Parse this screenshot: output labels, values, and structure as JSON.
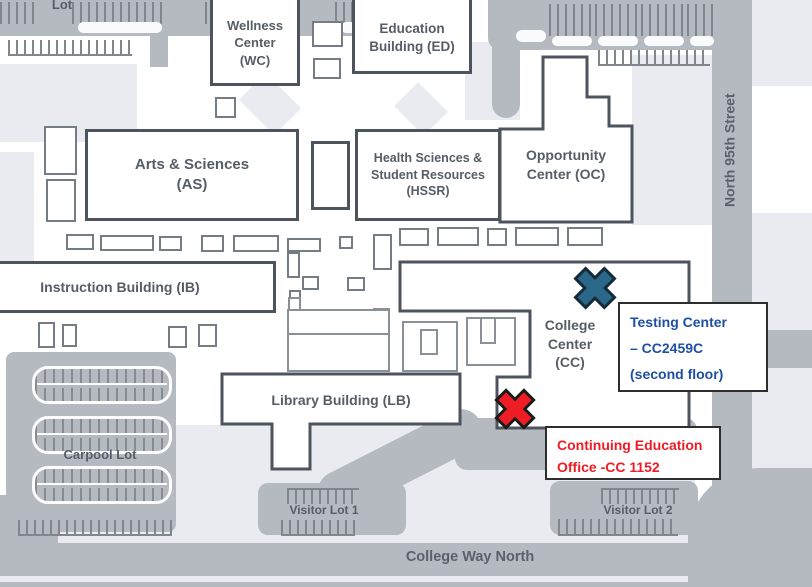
{
  "colors": {
    "road": "#b5b9c0",
    "background_light": "#e9ebf1",
    "building_border": "#4e545d",
    "label_text": "#565d67",
    "testing_center_blue": "#1e4fa1",
    "continuing_ed_red": "#ee1c25"
  },
  "map": {
    "parking": {
      "top_left_lot": "Lot",
      "carpool": "Carpool Lot",
      "visitor1": "Visitor Lot 1",
      "visitor2": "Visitor Lot 2"
    },
    "streets": {
      "college_way": "College Way North",
      "n95": "North 95th Street"
    },
    "buildings": {
      "wellness": "Wellness\nCenter\n(WC)",
      "education": "Education\nBuilding (ED)",
      "arts_sciences": "Arts & Sciences\n(AS)",
      "hssr": "Health Sciences &\nStudent Resources\n(HSSR)",
      "opportunity": "Opportunity\nCenter (OC)",
      "instruction": "Instruction Building (IB)",
      "college_center": "College\nCenter\n(CC)",
      "library": "Library Building (LB)"
    },
    "callouts": {
      "testing_center": {
        "text": "Testing Center\n– CC2459C\n(second floor)",
        "color": "#1e4fa1"
      },
      "continuing_ed": {
        "text": "Continuing Education\nOffice -CC 1152",
        "color": "#ee1c25"
      }
    },
    "markers": {
      "testing_center": {
        "shape": "x-cross",
        "fill": "#2b6789"
      },
      "continuing_ed": {
        "shape": "x-cross",
        "fill": "#ee1c25"
      }
    }
  }
}
